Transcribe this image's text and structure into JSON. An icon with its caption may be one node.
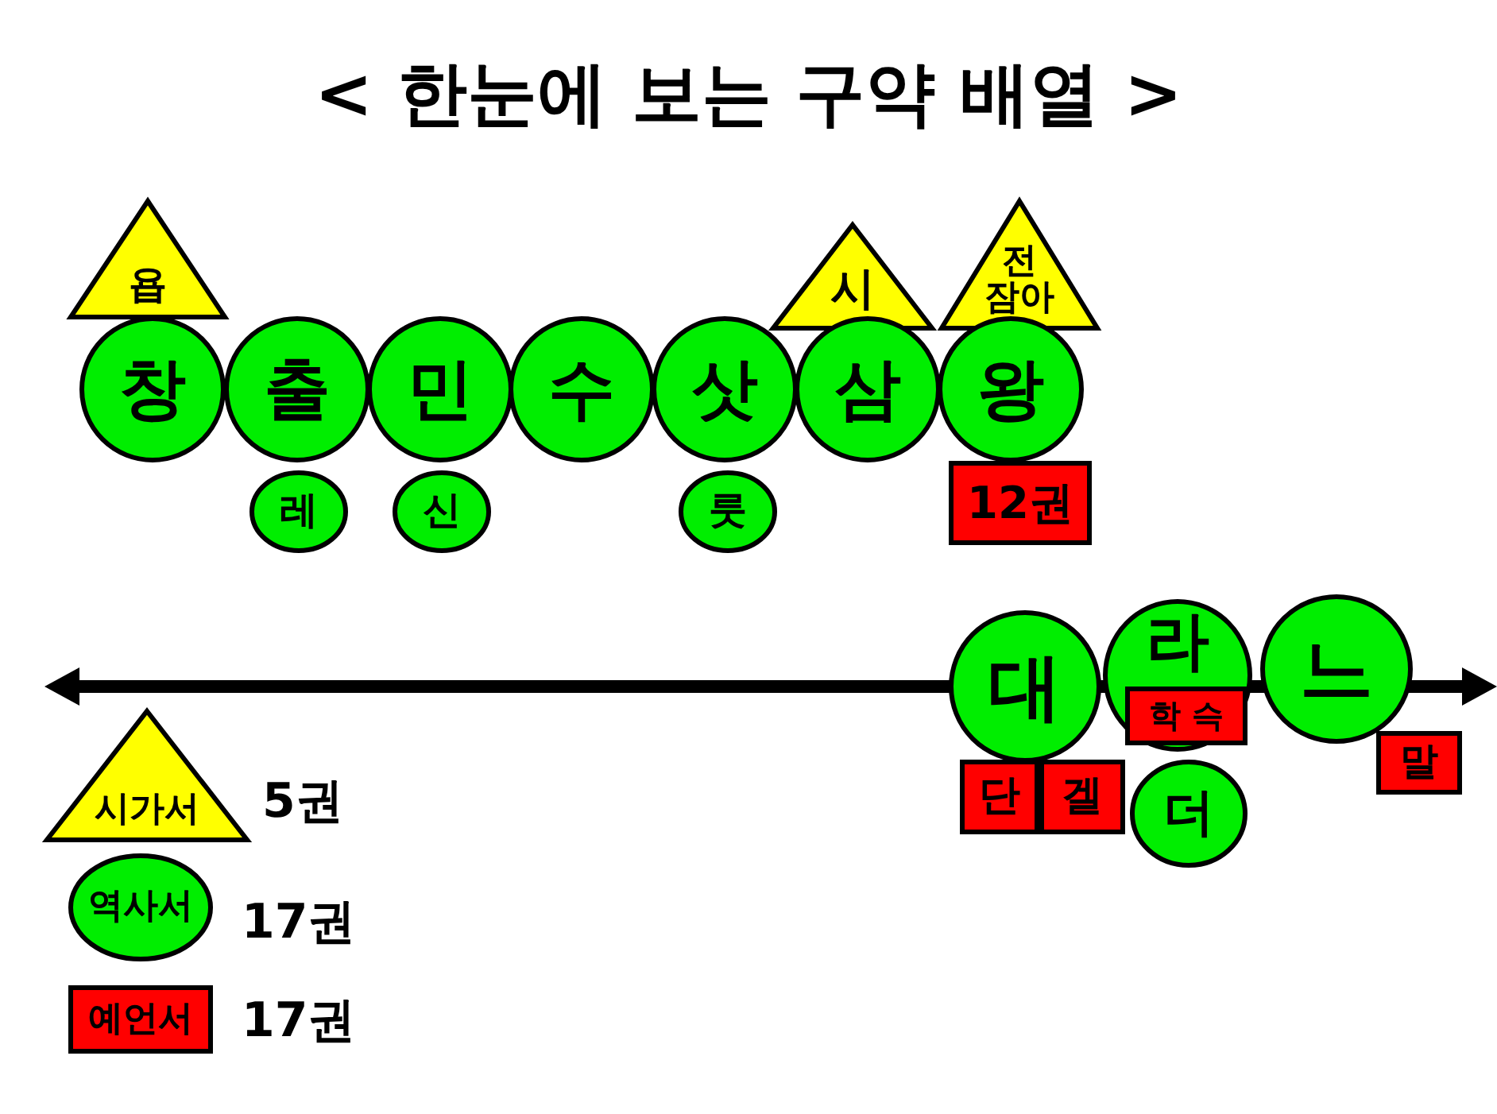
{
  "diagram": {
    "title": "< 한눈에 보는 구약 배열 >",
    "nodes": [
      {
        "text": [
          "욥"
        ]
      },
      {
        "text": [
          "시"
        ]
      },
      {
        "text": [
          "전 잠아"
        ]
      },
      {
        "text": [
          "창"
        ]
      },
      {
        "text": [
          "출"
        ]
      },
      {
        "text": [
          "민"
        ]
      },
      {
        "text": [
          "수"
        ]
      },
      {
        "text": [
          "삿"
        ]
      },
      {
        "text": [
          "삼"
        ]
      },
      {
        "text": [
          "왕"
        ]
      },
      {
        "text": [
          "레"
        ]
      },
      {
        "text": [
          "신"
        ]
      },
      {
        "text": [
          "룻"
        ]
      },
      {
        "text": [
          "12권"
        ]
      },
      {
        "text": [
          "대"
        ]
      },
      {
        "text": [
          "라"
        ]
      },
      {
        "text": [
          "느"
        ]
      },
      {
        "text": [
          "학 슥"
        ],
        "in": 15
      },
      {
        "text": [
          "말"
        ]
      },
      {
        "text": [
          "단"
        ]
      },
      {
        "text": [
          "겔"
        ]
      },
      {
        "text": [
          "더"
        ]
      },
      {
        "text": [
          "시가서"
        ],
        "beside": [
          "5권"
        ]
      },
      {
        "text": [
          "역사서"
        ],
        "beside": [
          "17권"
        ]
      },
      {
        "text": [
          "예언서"
        ],
        "beside": [
          "17권"
        ]
      }
    ]
  }
}
